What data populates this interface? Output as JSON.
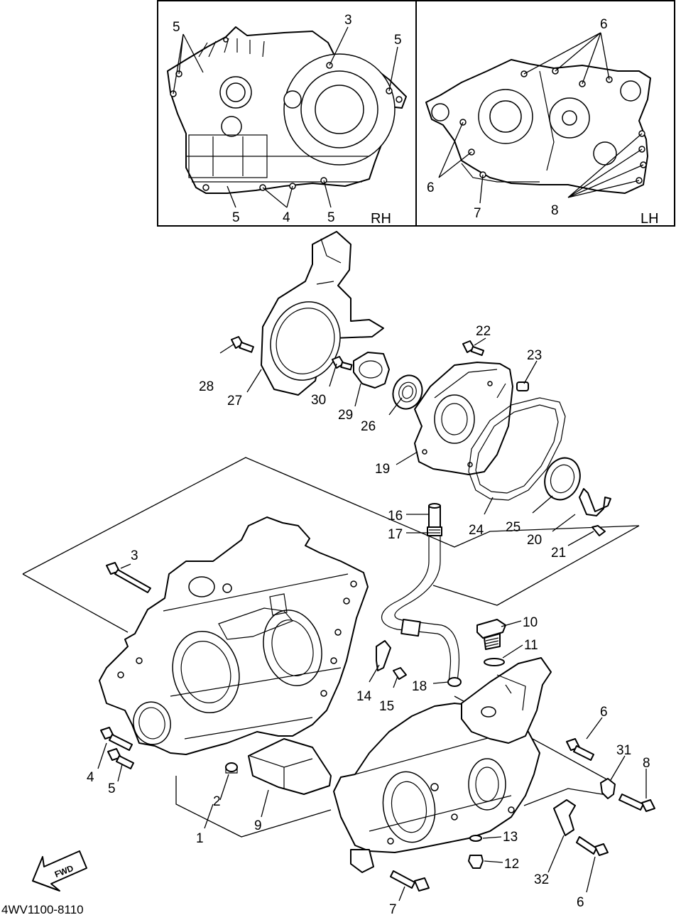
{
  "insets": {
    "rh": {
      "side_label": "RH",
      "callouts": [
        "5",
        "3",
        "5",
        "5",
        "4",
        "5"
      ]
    },
    "lh": {
      "side_label": "LH",
      "callouts": [
        "6",
        "6",
        "7",
        "8"
      ]
    }
  },
  "parts": [
    "1",
    "2",
    "3",
    "4",
    "5",
    "6",
    "7",
    "8",
    "9",
    "10",
    "11",
    "12",
    "13",
    "14",
    "15",
    "16",
    "17",
    "18",
    "19",
    "20",
    "21",
    "22",
    "23",
    "24",
    "25",
    "26",
    "27",
    "28",
    "29",
    "30",
    "31",
    "32",
    "6",
    "7"
  ],
  "fwd_arrow": "FWD",
  "drawing_code": "4WV1100-8110"
}
